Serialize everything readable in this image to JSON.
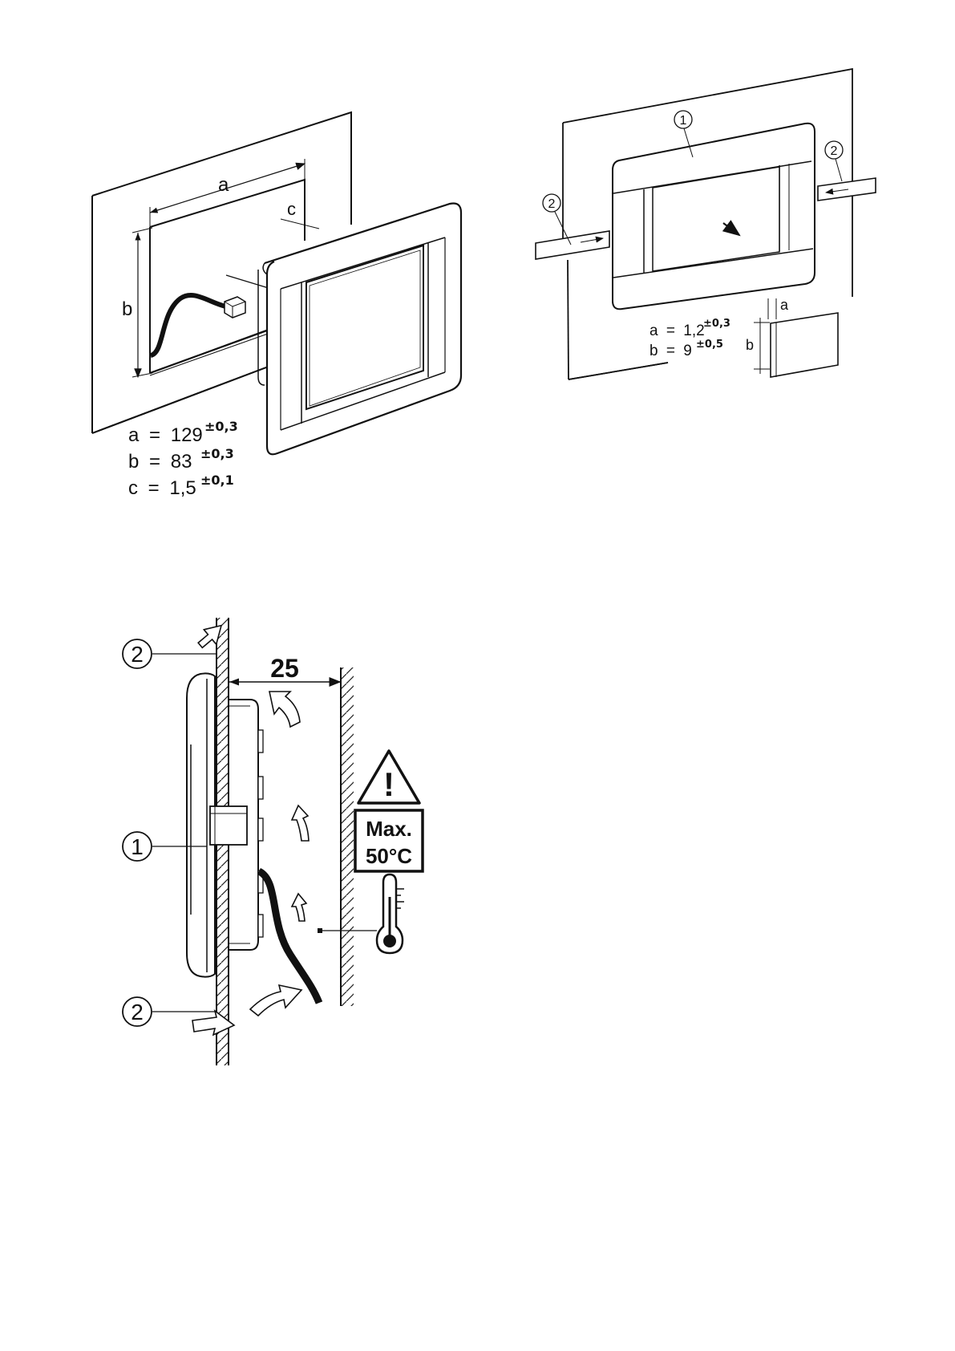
{
  "diagram1": {
    "dim_a_label": "a",
    "dim_b_label": "b",
    "dim_c_label": "c",
    "spec_a": {
      "name": "a",
      "eq": "=",
      "value": "129",
      "tolerance": "±0,3"
    },
    "spec_b": {
      "name": "b",
      "eq": "=",
      "value": "83",
      "tolerance": "±0,3"
    },
    "spec_c": {
      "name": "c",
      "eq": "=",
      "value": "1,5",
      "tolerance": "±0,1"
    }
  },
  "diagram2": {
    "callout_1": "1",
    "callout_2_left": "2",
    "callout_2_right": "2",
    "detail_a_label": "a",
    "detail_b_label": "b",
    "spec_a": {
      "name": "a",
      "eq": "=",
      "value": "1,2",
      "tolerance": "±0,3"
    },
    "spec_b": {
      "name": "b",
      "eq": "=",
      "value": "9",
      "tolerance": "±0,5"
    }
  },
  "diagram3": {
    "clearance": "25",
    "callout_1": "1",
    "callout_2_top": "2",
    "callout_2_bottom": "2",
    "warning_symbol": "!",
    "warning_icon": "warning-triangle-icon",
    "thermometer_icon": "thermometer-icon",
    "max_label": "Max.",
    "max_temp": "50°C"
  }
}
